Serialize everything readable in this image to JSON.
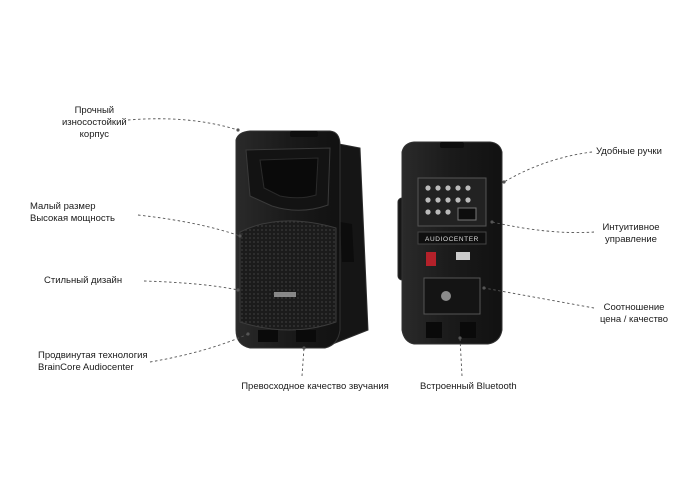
{
  "callouts": {
    "body": [
      "Прочный",
      "износостойкий",
      "корпус"
    ],
    "size": [
      "Малый размер",
      "Высокая мощность"
    ],
    "design": [
      "Стильный дизайн"
    ],
    "tech": [
      "Продвинутая технология",
      "BrainCore Audiocenter"
    ],
    "sound": [
      "Превосходное качество звучания"
    ],
    "bluetooth": [
      "Встроенный Bluetooth"
    ],
    "handles": [
      "Удобные ручки"
    ],
    "control": [
      "Интуитивное",
      "управление"
    ],
    "value": [
      "Соотношение",
      "цена / качество"
    ]
  },
  "product": {
    "front_badge": "",
    "back_brand": "AUDIOCENTER"
  },
  "colors": {
    "text": "#1a1a1a",
    "leader": "#555555",
    "cabinet": "#1e1e1e",
    "cabinet_edge": "#333333"
  },
  "icons": {
    "front": "speaker-front-icon",
    "back": "speaker-back-icon"
  }
}
